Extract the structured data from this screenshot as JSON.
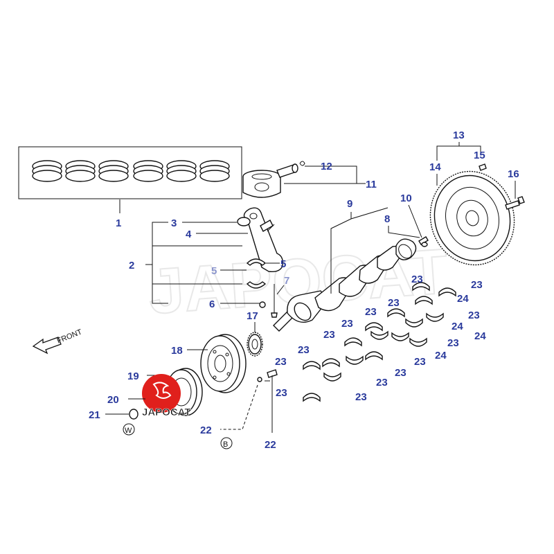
{
  "diagram": {
    "labels": {
      "n1": "1",
      "n2": "2",
      "n3": "3",
      "n4": "4",
      "n5a": "5",
      "n5b": "5",
      "n6": "6",
      "n7": "7",
      "n8": "8",
      "n9": "9",
      "n10": "10",
      "n11": "11",
      "n12": "12",
      "n13": "13",
      "n14": "14",
      "n15": "15",
      "n16": "16",
      "n17": "17",
      "n18": "18",
      "n19": "19",
      "n20": "20",
      "n21": "21",
      "n22a": "22",
      "n22b": "22",
      "n23": "23",
      "n24": "24"
    },
    "front_label": "FRONT",
    "view_w": "W",
    "view_b": "B",
    "watermark": "JAPOCAT",
    "logo_text": "JAPOCAT"
  },
  "colors": {
    "callout": "#2a3a9c",
    "callout_light": "#8a94cc",
    "logo_red": "#e0201c",
    "line": "#111111"
  }
}
